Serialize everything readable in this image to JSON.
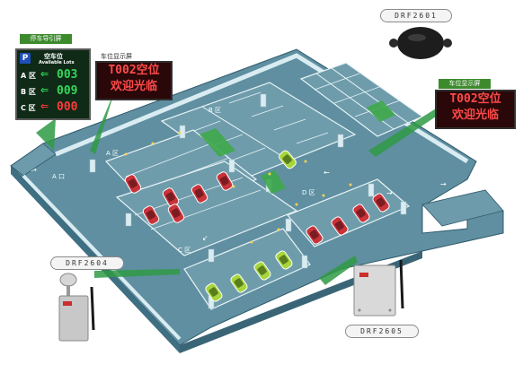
{
  "guide_screen": {
    "badge": "停车导引屏",
    "parking_icon": "P",
    "title_cn": "空车位",
    "title_en": "Available Lots",
    "rows": [
      {
        "zone": "A 区",
        "arrow": "⇐",
        "count": "003",
        "color": "#34d65a"
      },
      {
        "zone": "B 区",
        "arrow": "⇐",
        "count": "009",
        "color": "#34d65a"
      },
      {
        "zone": "C 区",
        "arrow": "⇐",
        "count": "000",
        "color": "#ff3b3b"
      }
    ]
  },
  "slot_display_left": {
    "badge": "车位显示屏",
    "line1": "T002空位",
    "line2": "欢迎光临"
  },
  "slot_display_right": {
    "badge": "车位显示屏",
    "line1": "T002空位",
    "line2": "欢迎光临"
  },
  "devices": {
    "top": "DRF2601",
    "left": "DRF2604",
    "right": "DRF2605"
  },
  "zones": [
    "A 区",
    "B 区",
    "C 区",
    "D 区"
  ],
  "floor_label": "A 口",
  "colors": {
    "floor": "#5f8fa0",
    "floor_side": "#3f6f82",
    "wall": "#cfe3ea",
    "callout": "#2f9a45",
    "led_red": "#ff4a4a",
    "led_green": "#34d65a",
    "car_red": "#c9333a",
    "car_green": "#a6d63b"
  }
}
